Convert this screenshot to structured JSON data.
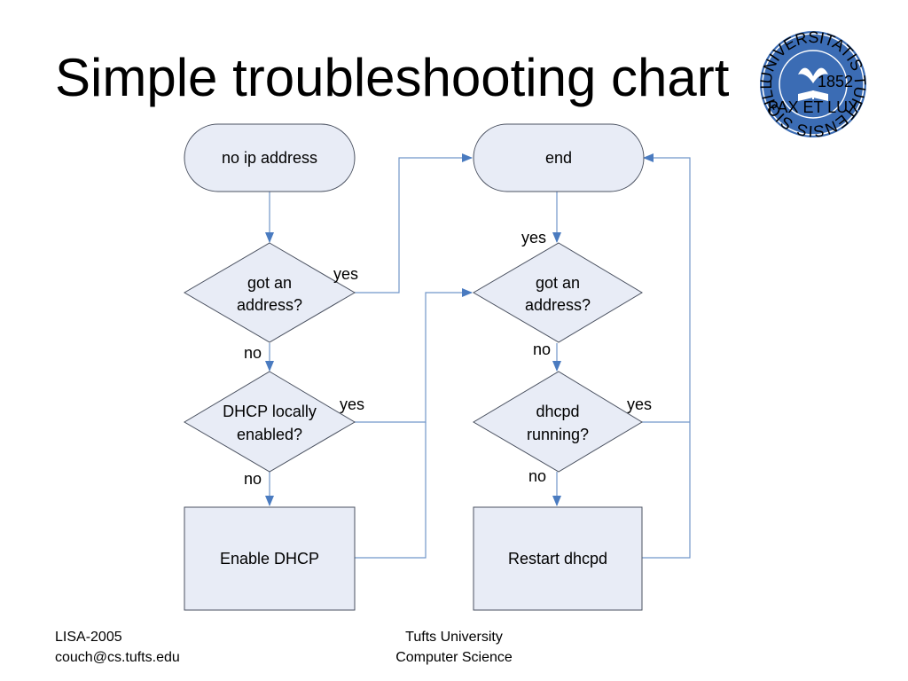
{
  "slide": {
    "title": "Simple troubleshooting chart"
  },
  "seal": {
    "ring_text": "UNIVERSITATIS TUFTENSIS SIGILLUM",
    "motto": "PAX ET LUX",
    "year": "1852",
    "color": "#3b6cb4"
  },
  "flowchart": {
    "nodes": {
      "start": "no ip address",
      "end": "end",
      "check_address_left": [
        "got an",
        "address?"
      ],
      "dhcp_enabled": [
        "DHCP locally",
        "enabled?"
      ],
      "enable_dhcp": "Enable DHCP",
      "check_address_right": [
        "got an",
        "address?"
      ],
      "dhcpd_running": [
        "dhcpd",
        "running?"
      ],
      "restart_dhcpd": "Restart dhcpd"
    },
    "edge_labels": {
      "left_address_yes": "yes",
      "left_address_no": "no",
      "dhcp_enabled_yes": "yes",
      "dhcp_enabled_no": "no",
      "end_yes": "yes",
      "right_address_no": "no",
      "dhcpd_running_yes": "yes",
      "dhcpd_running_no": "no"
    },
    "colors": {
      "fill": "#e8ecf6",
      "stroke": "#4a5160",
      "connector": "#7196c9",
      "arrow": "#4a7bc0"
    }
  },
  "footer": {
    "left_line1": "LISA-2005",
    "left_line2": "couch@cs.tufts.edu",
    "center_line1": "Tufts University",
    "center_line2": "Computer Science"
  }
}
